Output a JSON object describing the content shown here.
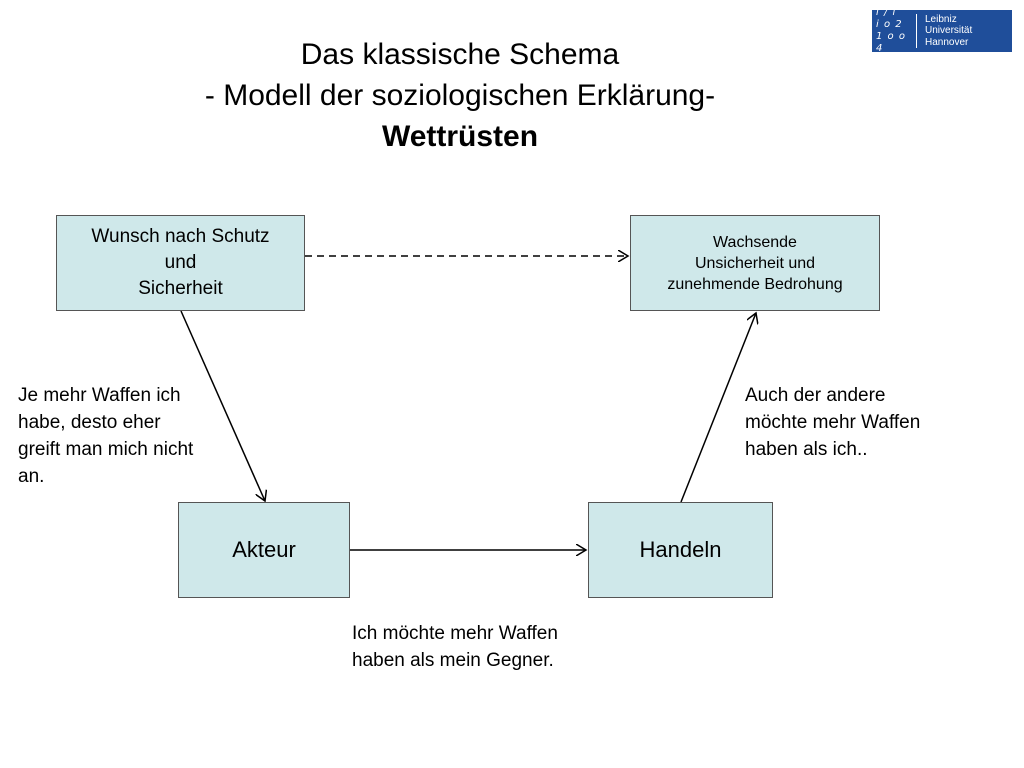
{
  "title": {
    "line1": "Das klassische Schema",
    "line2": "- Modell der soziologischen Erklärung-",
    "line3": "Wettrüsten"
  },
  "logo": {
    "mark": [
      "i / i",
      "i o 2",
      "1 o o 4"
    ],
    "text": [
      "Leibniz",
      "Universität",
      "Hannover"
    ]
  },
  "boxes": {
    "wunsch": "Wunsch nach Schutz\nund\nSicherheit",
    "wachsende": "Wachsende\nUnsicherheit und\nzunehmende Bedrohung",
    "akteur": "Akteur",
    "handeln": "Handeln"
  },
  "notes": {
    "left": "Je mehr Waffen ich\nhabe, desto eher\ngreift man mich nicht\nan.",
    "right": "Auch der andere\nmöchte mehr Waffen\nhaben als ich..",
    "bottom": "Ich möchte mehr Waffen\nhaben als mein Gegner."
  },
  "colors": {
    "box_fill": "#cfe8ea",
    "logo_bg": "#1f4e9a"
  }
}
